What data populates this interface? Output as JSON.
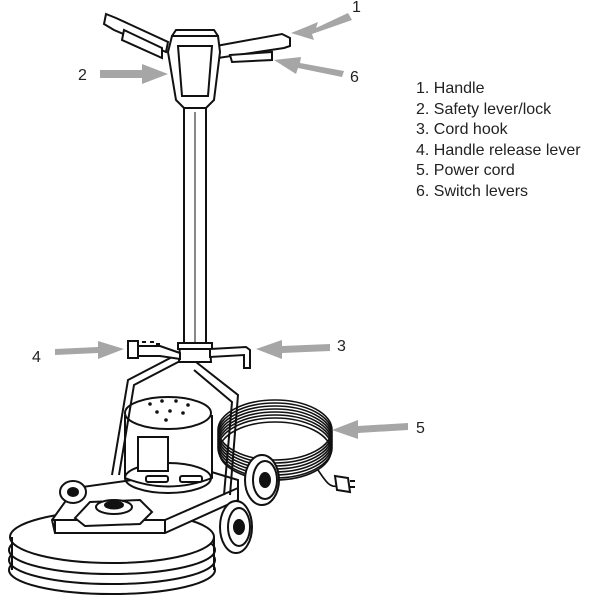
{
  "callouts": [
    "1",
    "2",
    "3",
    "4",
    "5",
    "6"
  ],
  "legend": [
    "1. Handle",
    "2. Safety lever/lock",
    "3. Cord hook",
    "4. Handle release lever",
    "5. Power cord",
    "6. Switch levers"
  ],
  "colors": {
    "line": "#111111",
    "arrow": "#a6a6a6",
    "text": "#222222",
    "background": "#ffffff"
  }
}
